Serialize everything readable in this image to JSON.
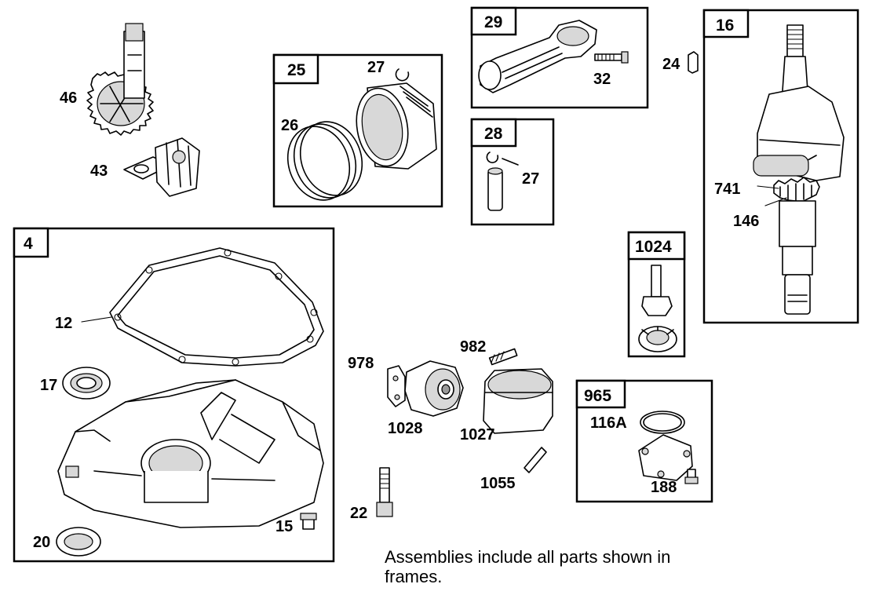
{
  "frames": {
    "f25": "25",
    "f29": "29",
    "f28": "28",
    "f16": "16",
    "f4": "4",
    "f1024": "1024",
    "f965": "965"
  },
  "callouts": {
    "p46": "46",
    "p43": "43",
    "p27a": "27",
    "p26": "26",
    "p32": "32",
    "p27b": "27",
    "p24": "24",
    "p741": "741",
    "p146": "146",
    "p12": "12",
    "p17": "17",
    "p20": "20",
    "p15": "15",
    "p978": "978",
    "p982": "982",
    "p1028": "1028",
    "p1027": "1027",
    "p1055": "1055",
    "p22": "22",
    "p116a": "116A",
    "p188": "188"
  },
  "note": "Assemblies include all parts shown in frames."
}
